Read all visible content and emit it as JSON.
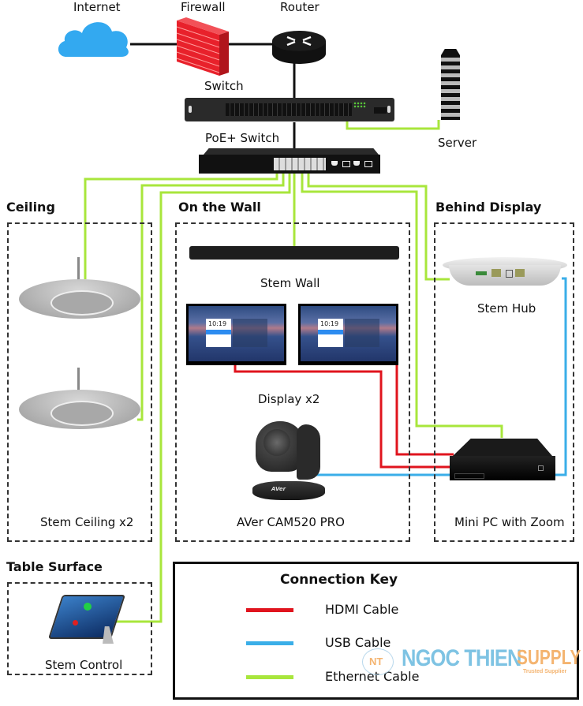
{
  "diagram": {
    "devices": {
      "internet": "Internet",
      "firewall": "Firewall",
      "router": "Router",
      "switch": "Switch",
      "poe_switch": "PoE+ Switch",
      "server": "Server",
      "stem_wall": "Stem Wall",
      "display": "Display x2",
      "camera": "AVer CAM520 PRO",
      "stem_hub": "Stem Hub",
      "mini_pc": "Mini PC with Zoom",
      "stem_ceiling": "Stem Ceiling x2",
      "stem_control": "Stem Control"
    },
    "display_screen_time": "10:19",
    "camera_brand": "AVer",
    "zones": {
      "ceiling": "Ceiling",
      "wall": "On the Wall",
      "behind_display": "Behind Display",
      "table": "Table Surface"
    },
    "connections": [
      {
        "from": "Internet",
        "to": "Firewall",
        "type": "network"
      },
      {
        "from": "Firewall",
        "to": "Router",
        "type": "network"
      },
      {
        "from": "Router",
        "to": "Switch",
        "type": "network"
      },
      {
        "from": "Switch",
        "to": "PoE+ Switch",
        "type": "network"
      },
      {
        "from": "Switch",
        "to": "Server",
        "type": "ethernet"
      },
      {
        "from": "PoE+ Switch",
        "to": "Stem Ceiling 1",
        "type": "ethernet"
      },
      {
        "from": "PoE+ Switch",
        "to": "Stem Ceiling 2",
        "type": "ethernet"
      },
      {
        "from": "PoE+ Switch",
        "to": "Stem Control",
        "type": "ethernet"
      },
      {
        "from": "PoE+ Switch",
        "to": "Stem Wall",
        "type": "ethernet"
      },
      {
        "from": "PoE+ Switch",
        "to": "Stem Hub",
        "type": "ethernet"
      },
      {
        "from": "PoE+ Switch",
        "to": "Mini PC with Zoom",
        "type": "ethernet"
      },
      {
        "from": "Display 1",
        "to": "Mini PC with Zoom",
        "type": "hdmi"
      },
      {
        "from": "Display 2",
        "to": "Mini PC with Zoom",
        "type": "hdmi"
      },
      {
        "from": "AVer CAM520 PRO",
        "to": "Mini PC with Zoom",
        "type": "usb"
      },
      {
        "from": "Stem Hub",
        "to": "Mini PC with Zoom",
        "type": "usb"
      }
    ],
    "colors": {
      "hdmi": "#e0141e",
      "usb": "#3aaee8",
      "ethernet": "#a8e63c",
      "network": "#111111"
    }
  },
  "key": {
    "title": "Connection Key",
    "items": [
      {
        "label": "HDMI Cable",
        "color": "#e0141e"
      },
      {
        "label": "USB Cable",
        "color": "#3aaee8"
      },
      {
        "label": "Ethernet Cable",
        "color": "#a8e63c"
      }
    ]
  },
  "watermark": {
    "logo": "NT",
    "brand": "NGOC THIEN",
    "suffix": "SUPPLY",
    "tagline": "Trusted Supplier"
  }
}
